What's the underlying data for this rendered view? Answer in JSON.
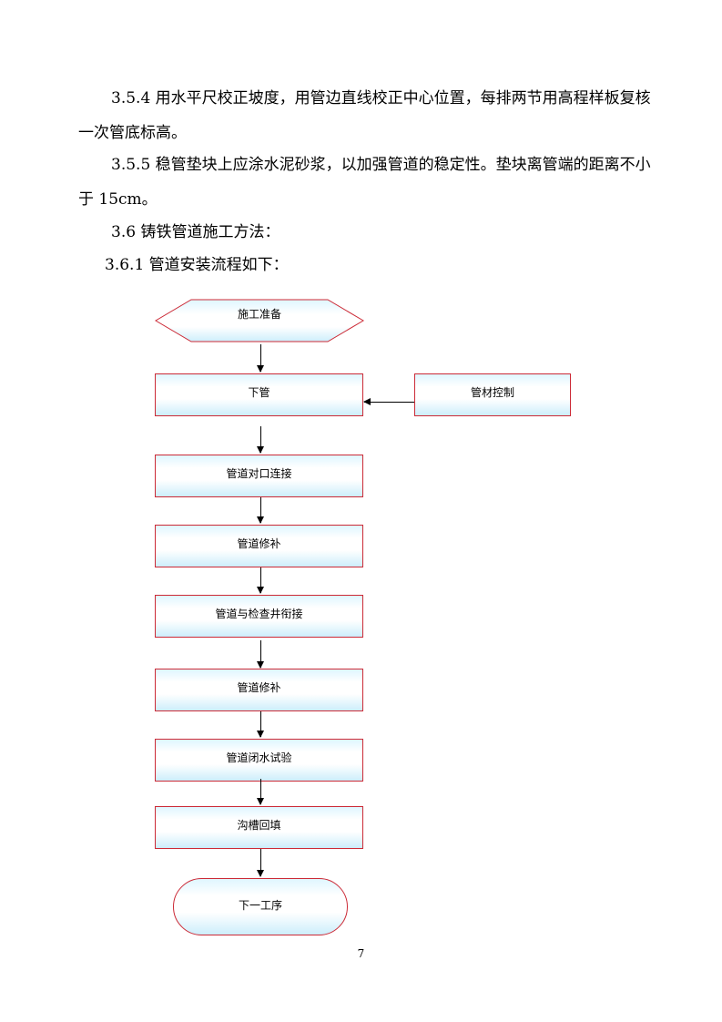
{
  "paragraphs": [
    "3.5.4 用水平尺校正坡度，用管边直线校正中心位置，每排两节用高程样板复核一次管底标高。",
    "3.5.5 稳管垫块上应涂水泥砂浆，以加强管道的稳定性。垫块离管端的距离不小于 15cm。"
  ],
  "headings": {
    "h36": "3.6 铸铁管道施工方法：",
    "h361": "3.6.1 管道安装流程如下："
  },
  "flowchart": {
    "start": "施工准备",
    "steps": [
      "下管",
      "管道对口连接",
      "管道修补",
      "管道与检查井衔接",
      "管道修补",
      "管道闭水试验",
      "沟槽回填"
    ],
    "side": "管材控制",
    "end": "下一工序",
    "colors": {
      "border": "#cc2a36",
      "fill_top": "#dff6ff",
      "fill_bottom": "#cdeefb"
    }
  },
  "page_number": "7"
}
